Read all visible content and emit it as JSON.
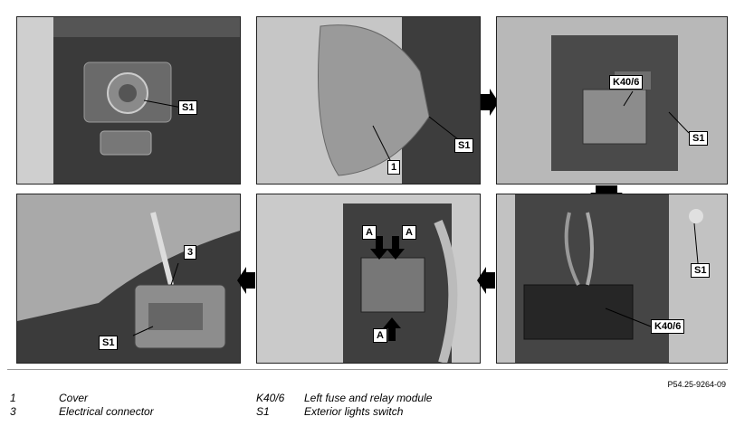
{
  "callouts": {
    "p1_s1": "S1",
    "p2_s1": "S1",
    "p2_1": "1",
    "p3_k40": "K40/6",
    "p3_s1": "S1",
    "p4_s1": "S1",
    "p4_k40": "K40/6",
    "p5_a1": "A",
    "p5_a2": "A",
    "p5_a3": "A",
    "p6_3": "3",
    "p6_s1": "S1"
  },
  "reference": "P54.25-9264-09",
  "legend": [
    {
      "key": "1",
      "text": "Cover"
    },
    {
      "key": "3",
      "text": "Electrical connector"
    },
    {
      "key": "K40/6",
      "text": "Left fuse and relay module"
    },
    {
      "key": "S1",
      "text": "Exterior lights switch"
    }
  ]
}
